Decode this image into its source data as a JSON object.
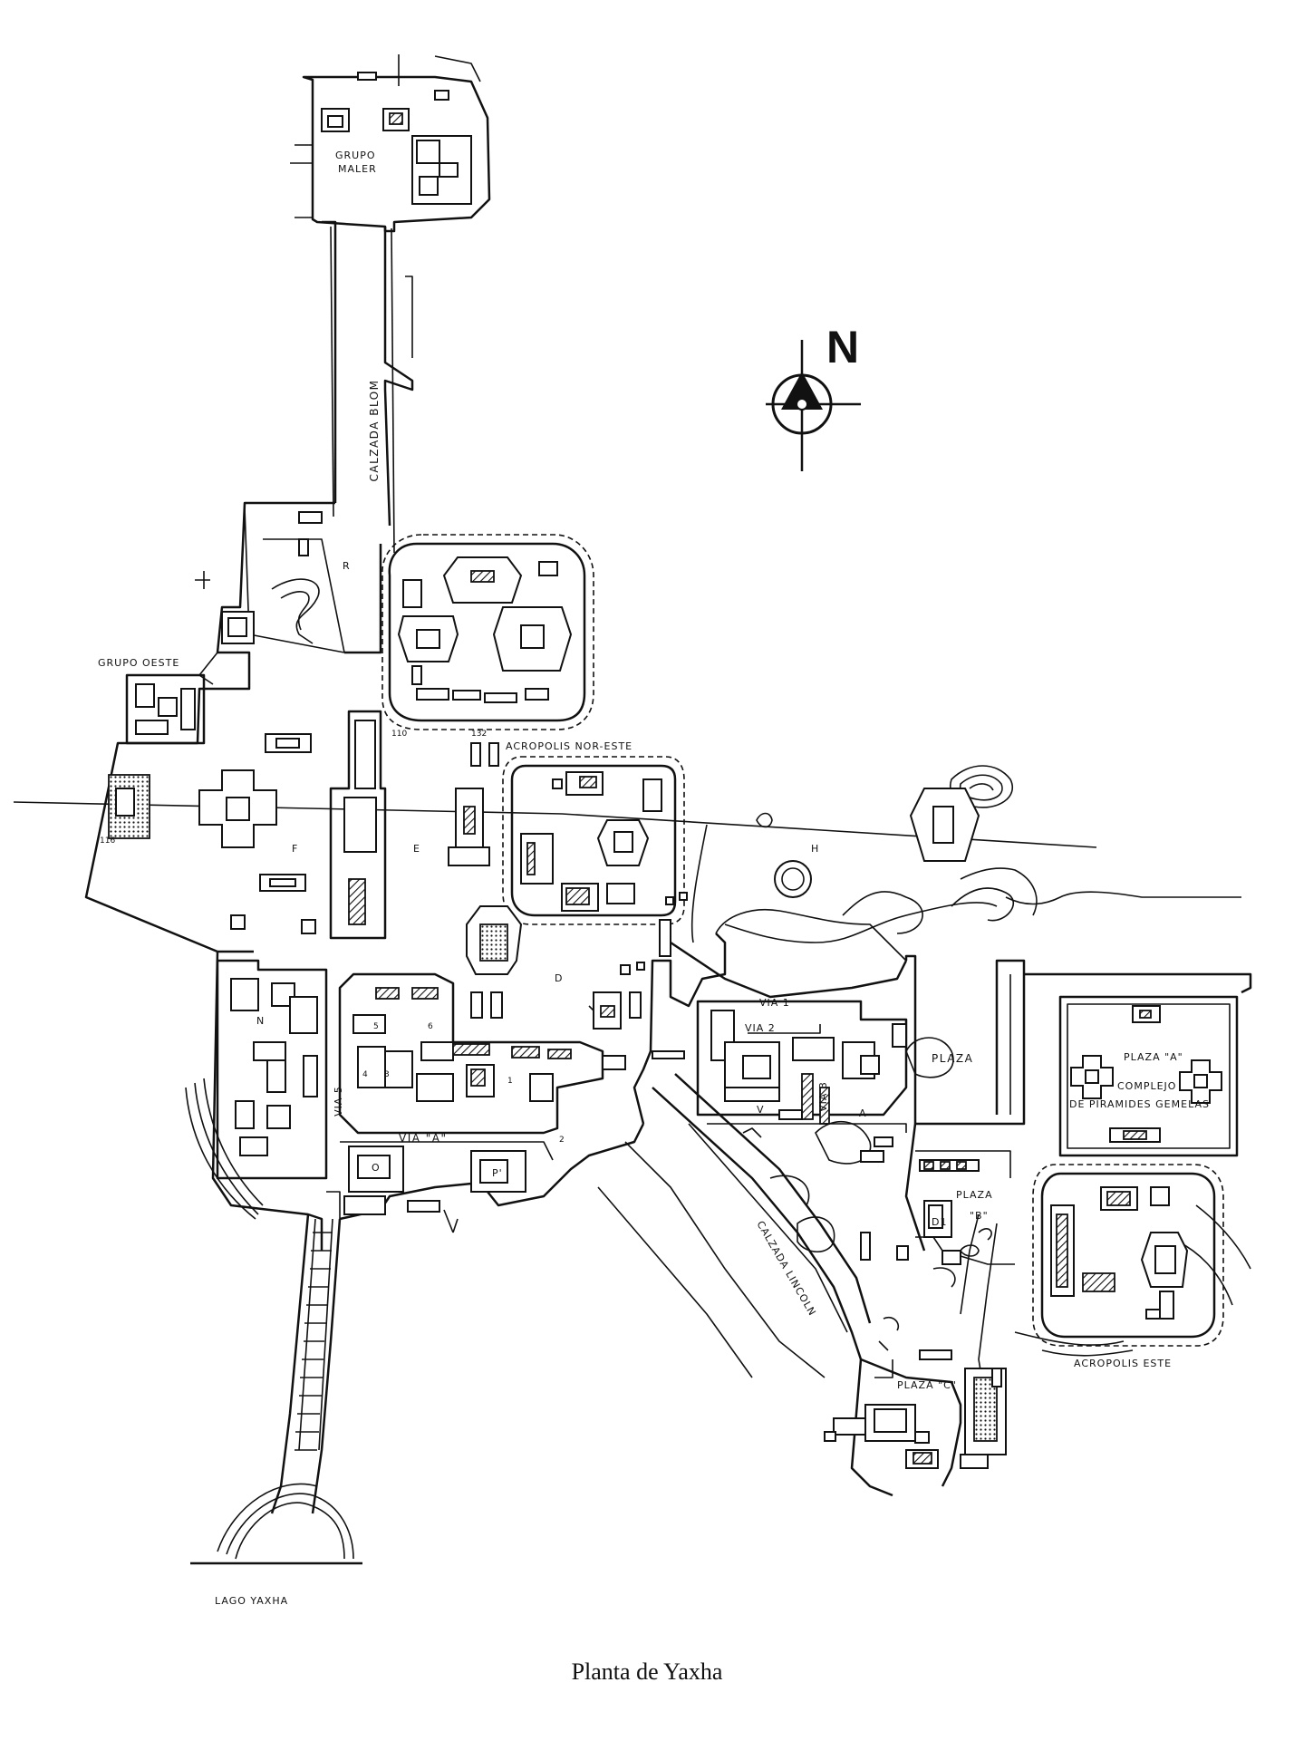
{
  "caption": "Planta de Yaxha",
  "north": "N",
  "labels": {
    "grupo_maler_1": "GRUPO",
    "grupo_maler_2": "MALER",
    "calzada_blom": "CALZADA BLOM",
    "grupo_oeste": "GRUPO OESTE",
    "acropolis_nor_este": "ACROPOLIS NOR-ESTE",
    "acropolis_este": "ACROPOLIS ESTE",
    "plaza": "PLAZA",
    "plaza_a": "PLAZA \"A\"",
    "complejo_1": "COMPLEJO",
    "complejo_2": "DE PIRAMIDES GEMELAS",
    "plaza_b_1": "PLAZA",
    "plaza_b_2": "\"B\"",
    "plaza_c": "PLAZA \"C\"",
    "via_1": "VIA 1",
    "via_2": "VIA 2",
    "via_3": "VIA 3",
    "via_5": "VIA 5",
    "via_a": "VIA \"A\"",
    "calzada_lincoln": "CALZADA LINCOLN",
    "lago_yaxha": "LAGO YAXHA",
    "code_r": "R",
    "code_f": "F",
    "code_e": "E",
    "code_d": "D",
    "code_h": "H",
    "code_n": "N",
    "code_o": "O",
    "code_p": "P'",
    "code_v": "V",
    "code_a": "A",
    "code_d1": "D1",
    "num_110": "110",
    "num_116": "116",
    "num_132": "132",
    "num_1": "1",
    "num_2": "2",
    "num_3": "3",
    "num_4": "4",
    "num_5": "5",
    "num_6": "6"
  }
}
